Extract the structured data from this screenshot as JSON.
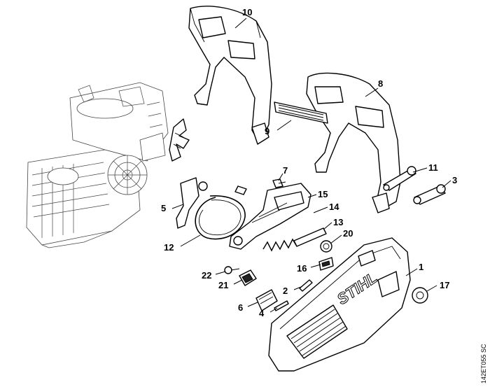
{
  "callouts": [
    {
      "id": "10",
      "label": "10"
    },
    {
      "id": "8",
      "label": "8"
    },
    {
      "id": "9",
      "label": "9"
    },
    {
      "id": "7",
      "label": "7"
    },
    {
      "id": "11",
      "label": "11"
    },
    {
      "id": "3",
      "label": "3"
    },
    {
      "id": "5",
      "label": "5"
    },
    {
      "id": "15",
      "label": "15"
    },
    {
      "id": "14",
      "label": "14"
    },
    {
      "id": "13",
      "label": "13"
    },
    {
      "id": "20",
      "label": "20"
    },
    {
      "id": "12",
      "label": "12"
    },
    {
      "id": "16",
      "label": "16"
    },
    {
      "id": "1",
      "label": "1"
    },
    {
      "id": "22",
      "label": "22"
    },
    {
      "id": "21",
      "label": "21"
    },
    {
      "id": "2",
      "label": "2"
    },
    {
      "id": "17",
      "label": "17"
    },
    {
      "id": "6",
      "label": "6"
    },
    {
      "id": "4",
      "label": "4"
    }
  ],
  "brand_mark": "STIHL",
  "drawing_reference": "142ET055 SC"
}
